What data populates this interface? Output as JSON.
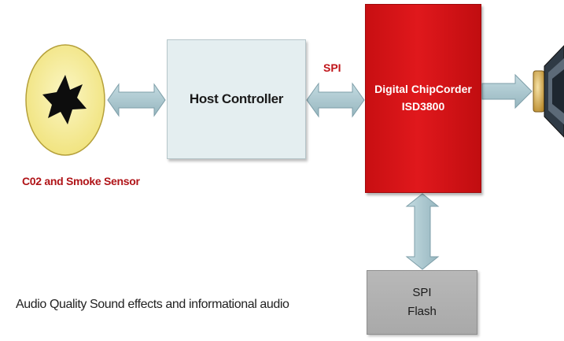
{
  "host_controller": {
    "label": "Host Controller"
  },
  "spi_link": {
    "label": "SPI"
  },
  "chipcorder": {
    "line1": "Digital ChipCorder",
    "line2": "ISD3800"
  },
  "flash": {
    "line1": "SPI",
    "line2": "Flash"
  },
  "sensor": {
    "label": "C02 and Smoke Sensor"
  },
  "caption": {
    "text": "Audio Quality Sound effects and  informational  audio"
  },
  "colors": {
    "sensor_fill": "#f7ef9c",
    "host_fill": "#e4eef0",
    "chip_fill": "#d41519",
    "flash_fill": "#b0b0b0",
    "arrow_fill": "#a7c4cc",
    "accent_red": "#c0151a"
  },
  "icons": [
    "star-icon",
    "speaker-icon"
  ]
}
